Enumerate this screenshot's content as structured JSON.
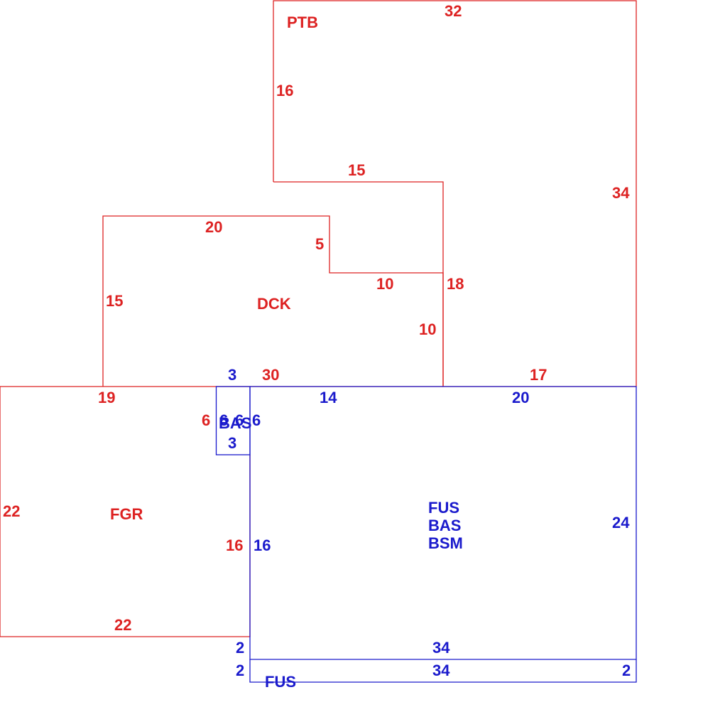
{
  "colors": {
    "red": "#dd2222",
    "blue": "#1a1acc"
  },
  "areas": {
    "ptb": {
      "code": "PTB",
      "top": "32",
      "left": "16",
      "right": "34",
      "step_bottom": "15",
      "inner_right": "18",
      "bottom": "17"
    },
    "dck": {
      "code": "DCK",
      "top": "20",
      "left": "15",
      "notch_side": "5",
      "notch_bottom": "10",
      "right": "10",
      "bottom": "30"
    },
    "fgr": {
      "code": "FGR",
      "top": "19",
      "left": "22",
      "bottom": "22",
      "right": "16",
      "small_side": "6"
    },
    "bas_small": {
      "code": "BAS",
      "top": "3",
      "bottom": "3",
      "left": "6",
      "mid": "6",
      "right": "6"
    },
    "main": {
      "codes": [
        "FUS",
        "BAS",
        "BSM"
      ],
      "top_left": "14",
      "top_right": "20",
      "right": "24",
      "left": "16",
      "bottom": "34",
      "gap_left": "2"
    },
    "fus_strip": {
      "code": "FUS",
      "top": "34",
      "left": "2",
      "right": "2"
    }
  }
}
